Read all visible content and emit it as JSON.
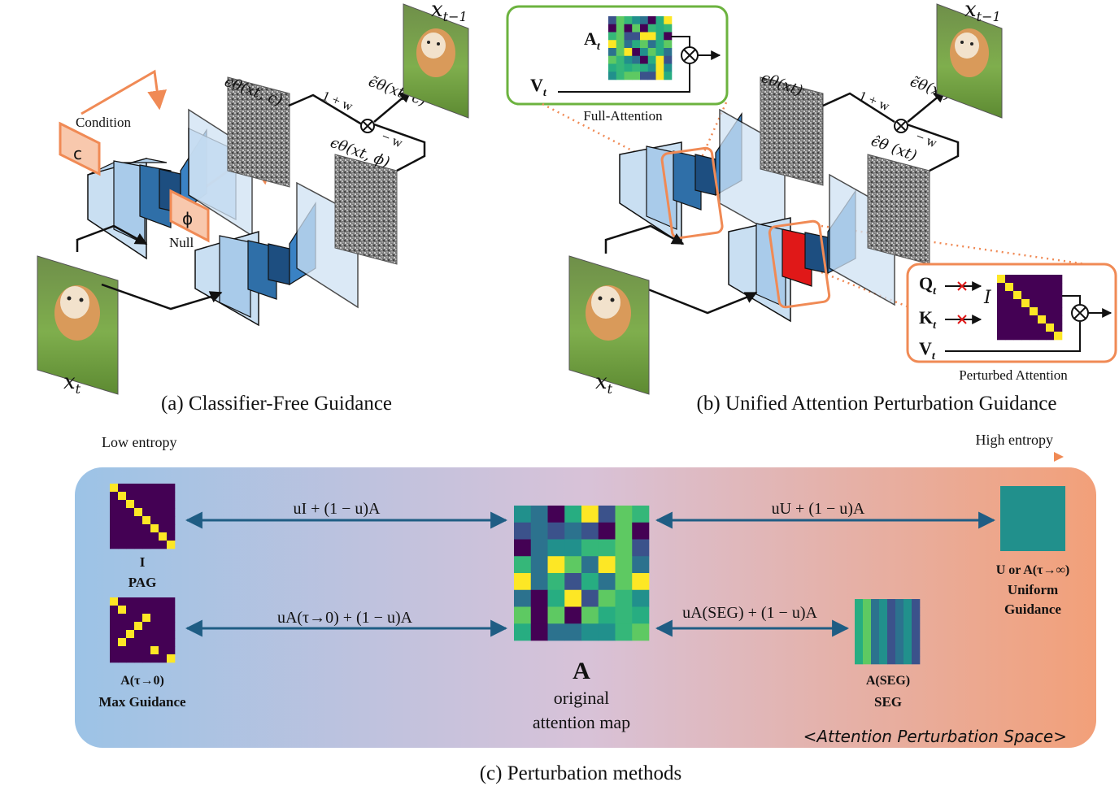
{
  "panel_a": {
    "caption": "(a) Classifier-Free Guidance",
    "condition_label": "Condition",
    "cond_token": "c",
    "null_token": "ϕ",
    "null_label": "Null",
    "input_label": "x",
    "input_sub": "t",
    "output_label": "x",
    "output_sub": "t−1",
    "eps_cond": "ϵθ(xt, c)",
    "eps_null": "ϵθ(xt, ϕ)",
    "eps_tilde": "ϵ̃θ(xt, c)",
    "weight_pos": "1 + w",
    "weight_neg": "− w"
  },
  "panel_b": {
    "caption": "(b) Unified Attention Perturbation Guidance",
    "input_label": "x",
    "input_sub": "t",
    "output_label": "x",
    "output_sub": "t−1",
    "eps": "ϵθ(xt)",
    "eps_hat": "ϵ̂θ (xt)",
    "eps_tilde": "ϵ̃θ(xt)",
    "weight_pos": "1 + w",
    "weight_neg": "− w",
    "full_attention": {
      "label": "Full-Attention",
      "a_label": "A",
      "v_label": "V",
      "sub": "t"
    },
    "perturbed_attention": {
      "label": "Perturbed Attention",
      "q_label": "Q",
      "k_label": "K",
      "v_label": "V",
      "sub": "t",
      "identity": "I"
    }
  },
  "panel_c": {
    "caption": "(c) Perturbation methods",
    "low_entropy": "Low entropy",
    "high_entropy": "High entropy",
    "space_label": "<Attention Perturbation Space>",
    "center": {
      "symbol": "A",
      "line1": "original",
      "line2": "attention map"
    },
    "pag": {
      "symbol": "I",
      "name": "PAG",
      "formula": "uI + (1 − u)A"
    },
    "max": {
      "symbol": "A(τ→0)",
      "name": "Max Guidance",
      "formula": "uA(τ→0) + (1 − u)A"
    },
    "uniform": {
      "symbol": "U or A(τ→∞)",
      "name1": "Uniform",
      "name2": "Guidance",
      "formula": "uU + (1 − u)A"
    },
    "seg": {
      "symbol": "A(SEG)",
      "name": "SEG",
      "formula": "uA(SEG) + (1 − u)A"
    }
  },
  "colors": {
    "orange": "#f08a55",
    "green": "#6cb33f",
    "dark_blue_arrow": "#1f5d84",
    "viridis_dark": "#440154",
    "viridis_yellow": "#fde725",
    "viridis_teal": "#21908c"
  }
}
